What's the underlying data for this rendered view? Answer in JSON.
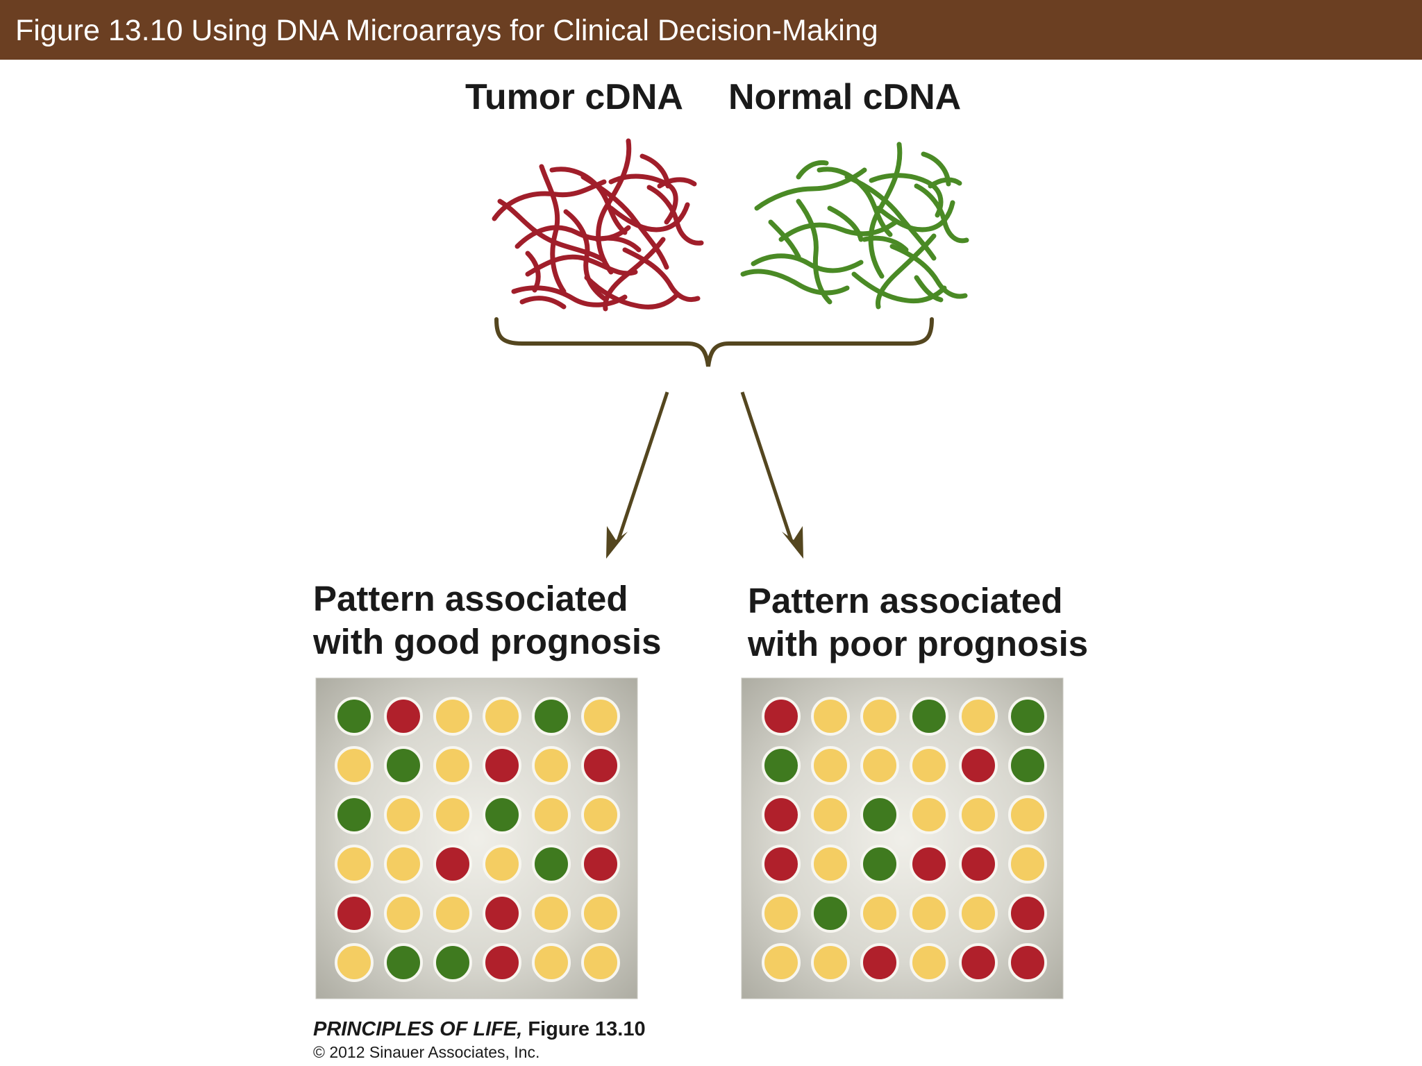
{
  "header": {
    "title": "Figure 13.10  Using DNA Microarrays for Clinical Decision-Making"
  },
  "samples": {
    "tumor_label": "Tumor cDNA",
    "normal_label": "Normal cDNA"
  },
  "patterns": {
    "good": {
      "line1": "Pattern associated",
      "line2": "with good prognosis",
      "grid": [
        [
          "green",
          "red",
          "yellow",
          "yellow",
          "green",
          "yellow"
        ],
        [
          "yellow",
          "green",
          "yellow",
          "red",
          "yellow",
          "red"
        ],
        [
          "green",
          "yellow",
          "yellow",
          "green",
          "yellow",
          "yellow"
        ],
        [
          "yellow",
          "yellow",
          "red",
          "yellow",
          "green",
          "red"
        ],
        [
          "red",
          "yellow",
          "yellow",
          "red",
          "yellow",
          "yellow"
        ],
        [
          "yellow",
          "green",
          "green",
          "red",
          "yellow",
          "yellow"
        ]
      ]
    },
    "poor": {
      "line1": "Pattern associated",
      "line2": "with poor prognosis",
      "grid": [
        [
          "red",
          "yellow",
          "yellow",
          "green",
          "yellow",
          "green"
        ],
        [
          "green",
          "yellow",
          "yellow",
          "yellow",
          "red",
          "green"
        ],
        [
          "red",
          "yellow",
          "green",
          "yellow",
          "yellow",
          "yellow"
        ],
        [
          "red",
          "yellow",
          "green",
          "red",
          "red",
          "yellow"
        ],
        [
          "yellow",
          "green",
          "yellow",
          "yellow",
          "yellow",
          "red"
        ],
        [
          "yellow",
          "yellow",
          "red",
          "yellow",
          "red",
          "red"
        ]
      ]
    }
  },
  "colors": {
    "red": "#b0202b",
    "green": "#3f7a1f",
    "yellow": "#f4cd62",
    "tumor_strand": "#a01e2a",
    "normal_strand": "#4a8a25",
    "arrow": "#54461f",
    "title_bar": "#6b3f22"
  },
  "credit": {
    "book": "PRINCIPLES OF LIFE,",
    "figure": " Figure 13.10",
    "copyright": "© 2012 Sinauer Associates, Inc."
  }
}
